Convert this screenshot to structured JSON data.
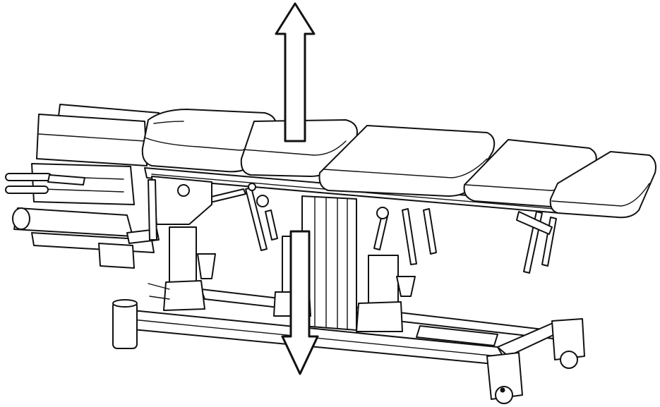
{
  "figure": {
    "subject": "chiropractic-elevation-table",
    "colors": {
      "line": "#111111",
      "fill": "#ffffff"
    },
    "arrows": [
      {
        "name": "up-arrow",
        "direction": "up"
      },
      {
        "name": "down-arrow",
        "direction": "down"
      }
    ]
  }
}
